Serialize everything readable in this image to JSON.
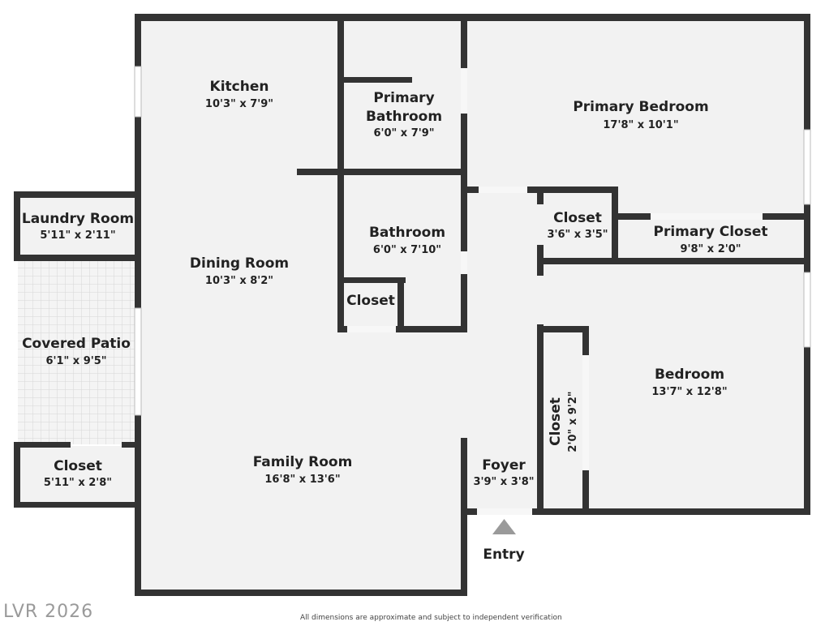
{
  "rooms": {
    "kitchen": {
      "name": "Kitchen",
      "dims": "10'3\" x 7'9\""
    },
    "primary_bathroom": {
      "name_line1": "Primary",
      "name_line2": "Bathroom",
      "dims": "6'0\" x 7'9\""
    },
    "primary_bedroom": {
      "name": "Primary Bedroom",
      "dims": "17'8\" x 10'1\""
    },
    "laundry_room": {
      "name": "Laundry Room",
      "dims": "5'11\" x 2'11\""
    },
    "dining_room": {
      "name": "Dining Room",
      "dims": "10'3\" x 8'2\""
    },
    "bathroom": {
      "name": "Bathroom",
      "dims": "6'0\" x 7'10\""
    },
    "closet_hall": {
      "name": "Closet",
      "dims": "3'6\" x 3'5\""
    },
    "primary_closet": {
      "name": "Primary Closet",
      "dims": "9'8\" x 2'0\""
    },
    "closet_bath": {
      "name": "Closet"
    },
    "covered_patio": {
      "name": "Covered Patio",
      "dims": "6'1\" x 9'5\""
    },
    "bedroom": {
      "name": "Bedroom",
      "dims": "13'7\" x 12'8\""
    },
    "closet_bedroom": {
      "name": "Closet",
      "dims": "2'0\" x 9'2\""
    },
    "closet_patio": {
      "name": "Closet",
      "dims": "5'11\" x 2'8\""
    },
    "family_room": {
      "name": "Family Room",
      "dims": "16'8\" x 13'6\""
    },
    "foyer": {
      "name": "Foyer",
      "dims": "3'9\" x 3'8\""
    }
  },
  "entry_label": "Entry",
  "watermark": "LVR 2026",
  "disclaimer": "All dimensions are approximate and subject to independent verification"
}
